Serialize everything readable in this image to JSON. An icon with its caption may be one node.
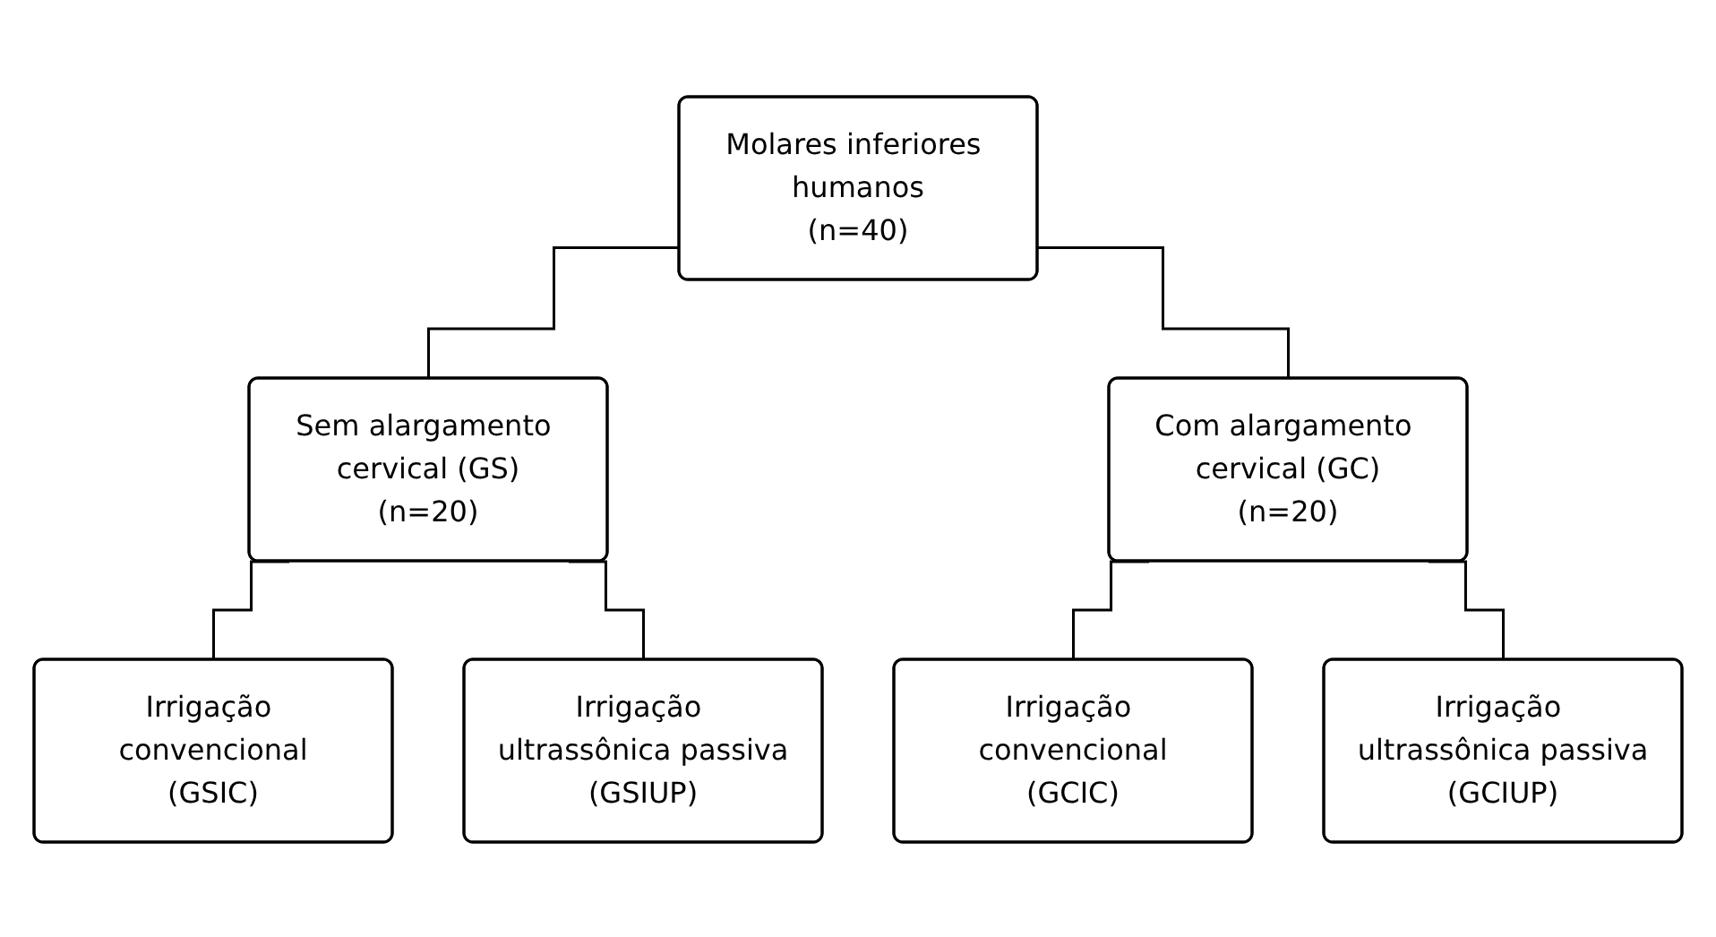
{
  "diagram": {
    "nodes": [
      {
        "text": [
          "Molares inferiores humanos",
          "(n=40)"
        ]
      },
      {
        "text": [
          "Sem alargamento cervical (GS)",
          "(n=20)"
        ]
      },
      {
        "text": [
          "Com alargamento cervical (GC)",
          "(n=20)"
        ]
      },
      {
        "text": [
          "Irrigação convencional",
          "(GSIC)"
        ]
      },
      {
        "text": [
          "Irrigação ultrassônica passiva",
          "(GSIUP)"
        ]
      },
      {
        "text": [
          "Irrigação convencional",
          "(GCIC)"
        ]
      },
      {
        "text": [
          "Irrigação ultrassônica passiva",
          "(GCIUP)"
        ]
      }
    ],
    "edges": [
      {
        "from": 0,
        "to": 1,
        "arrow": "none"
      },
      {
        "from": 0,
        "to": 2,
        "arrow": "none"
      },
      {
        "from": 1,
        "to": 3,
        "arrow": "none"
      },
      {
        "from": 1,
        "to": 4,
        "arrow": "none"
      },
      {
        "from": 2,
        "to": 5,
        "arrow": "none"
      },
      {
        "from": 2,
        "to": 6,
        "arrow": "none"
      }
    ]
  }
}
